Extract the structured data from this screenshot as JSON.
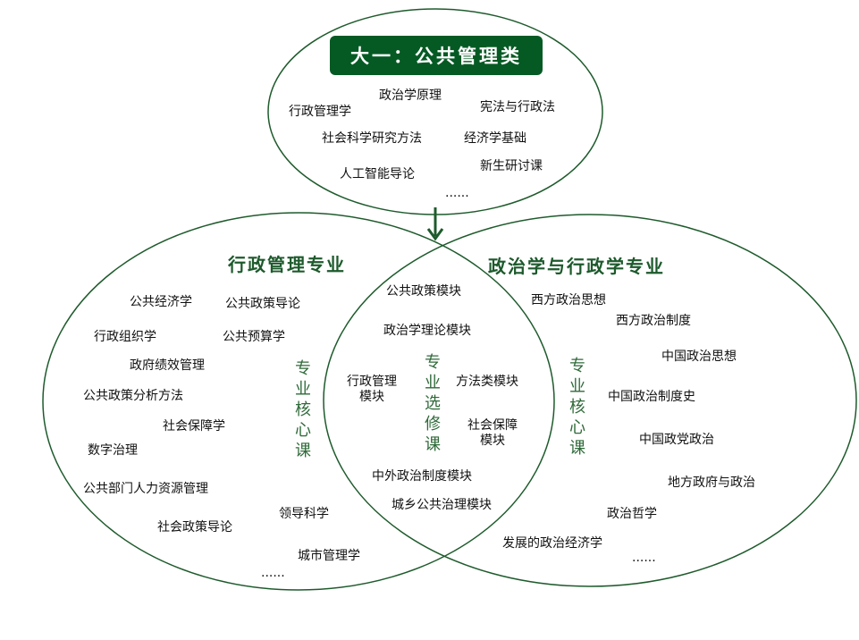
{
  "colors": {
    "line": "#1e5b2c",
    "title_bg": "#055a23",
    "heading": "#1d5a2c"
  },
  "year_one": {
    "title": "大一：公共管理类",
    "courses": [
      "政治学原理",
      "行政管理学",
      "宪法与行政法",
      "社会科学研究方法",
      "经济学基础",
      "新生研讨课",
      "人工智能导论"
    ],
    "more": "......"
  },
  "admin_major": {
    "title": "行政管理专业",
    "core_label": "专业核心课",
    "courses": [
      "公共经济学",
      "公共政策导论",
      "行政组织学",
      "公共预算学",
      "政府绩效管理",
      "公共政策分析方法",
      "社会保障学",
      "数字治理",
      "公共部门人力资源管理",
      "领导科学",
      "社会政策导论",
      "城市管理学"
    ],
    "more": "......"
  },
  "shared": {
    "label": "专业选修课",
    "modules": [
      "公共政策模块",
      "政治学理论模块",
      "行政管理模块",
      "方法类模块",
      "社会保障模块",
      "中外政治制度模块",
      "城乡公共治理模块"
    ]
  },
  "politics_major": {
    "title": "政治学与行政学专业",
    "core_label": "专业核心课",
    "courses": [
      "西方政治思想",
      "西方政治制度",
      "中国政治思想",
      "中国政治制度史",
      "中国政党政治",
      "地方政府与政治",
      "政治哲学",
      "发展的政治经济学"
    ],
    "more": "......"
  }
}
